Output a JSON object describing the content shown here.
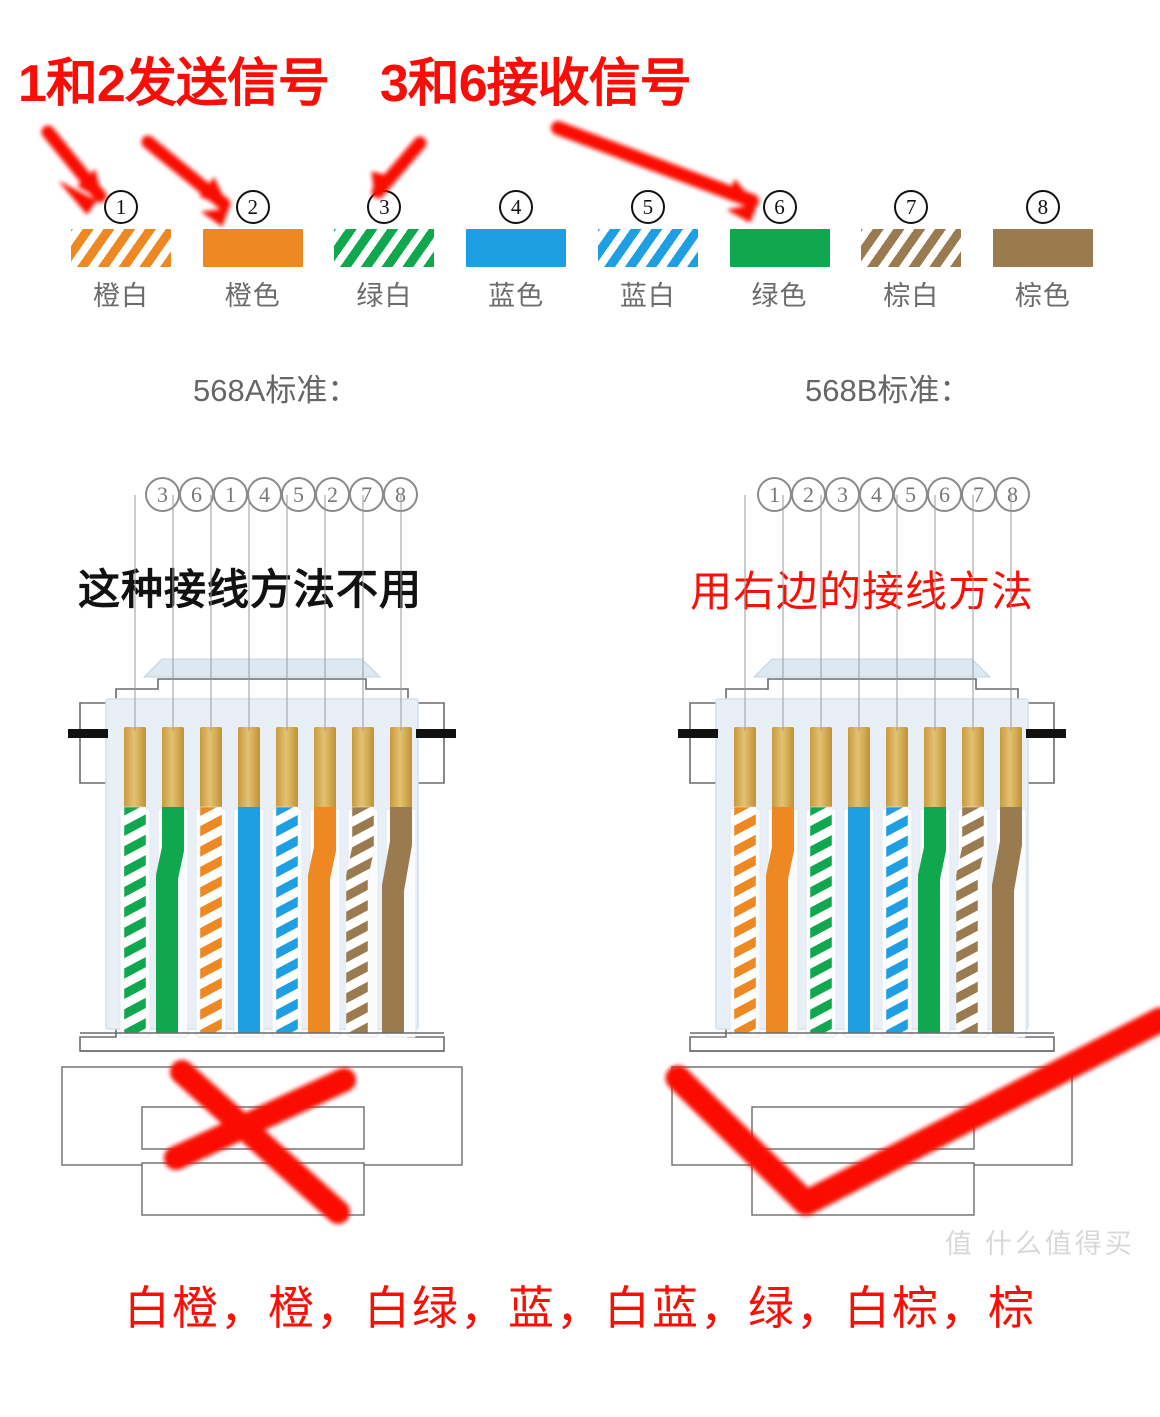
{
  "headline": "1和2发送信号　3和6接收信号",
  "colors": {
    "red": "#fa0f06",
    "orange": "#ee8822",
    "green": "#0fa84e",
    "blue": "#1e9fe3",
    "brown": "#9a7a4f",
    "gold": "#d4a744",
    "label_gray": "#6c6c6c"
  },
  "legend": {
    "items": [
      {
        "num": "①",
        "label": "橙白",
        "color": "#ee8822",
        "striped": true
      },
      {
        "num": "②",
        "label": "橙色",
        "color": "#ee8822",
        "striped": false
      },
      {
        "num": "③",
        "label": "绿白",
        "color": "#0fa84e",
        "striped": true
      },
      {
        "num": "④",
        "label": "蓝色",
        "color": "#1e9fe3",
        "striped": false
      },
      {
        "num": "⑤",
        "label": "蓝白",
        "color": "#1e9fe3",
        "striped": true
      },
      {
        "num": "⑥",
        "label": "绿色",
        "color": "#0fa84e",
        "striped": false
      },
      {
        "num": "⑦",
        "label": "棕白",
        "color": "#9a7a4f",
        "striped": true
      },
      {
        "num": "⑧",
        "label": "棕色",
        "color": "#9a7a4f",
        "striped": false
      }
    ]
  },
  "standard_a": {
    "title": "568A标准：",
    "pin_numbers": [
      "③",
      "⑥",
      "①",
      "④",
      "⑤",
      "②",
      "⑦",
      "⑧"
    ],
    "note": "这种接线方法不用",
    "note_color": "#111111",
    "mark": "cross",
    "wires": [
      {
        "color": "#0fa84e",
        "striped": true
      },
      {
        "color": "#0fa84e",
        "striped": false
      },
      {
        "color": "#ee8822",
        "striped": true
      },
      {
        "color": "#1e9fe3",
        "striped": false
      },
      {
        "color": "#1e9fe3",
        "striped": true
      },
      {
        "color": "#ee8822",
        "striped": false
      },
      {
        "color": "#9a7a4f",
        "striped": true
      },
      {
        "color": "#9a7a4f",
        "striped": false
      }
    ]
  },
  "standard_b": {
    "title": "568B标准：",
    "pin_numbers": [
      "①",
      "②",
      "③",
      "④",
      "⑤",
      "⑥",
      "⑦",
      "⑧"
    ],
    "note": "用右边的接线方法",
    "note_color": "#fa0f06",
    "mark": "check",
    "wires": [
      {
        "color": "#ee8822",
        "striped": true
      },
      {
        "color": "#ee8822",
        "striped": false
      },
      {
        "color": "#0fa84e",
        "striped": true
      },
      {
        "color": "#1e9fe3",
        "striped": false
      },
      {
        "color": "#1e9fe3",
        "striped": true
      },
      {
        "color": "#0fa84e",
        "striped": false
      },
      {
        "color": "#9a7a4f",
        "striped": true
      },
      {
        "color": "#9a7a4f",
        "striped": false
      }
    ]
  },
  "caption": "白橙，橙，白绿，蓝，白蓝，绿，白棕，棕",
  "watermark": "值 什么值得买",
  "arrow_targets": [
    "①",
    "②",
    "③",
    "⑥"
  ]
}
